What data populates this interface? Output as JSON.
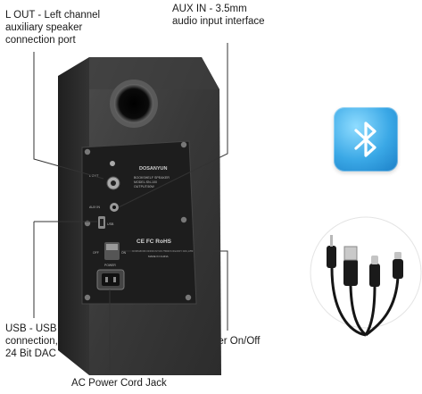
{
  "callouts": {
    "lout": {
      "title": "L OUT  -  Left channel",
      "line2": "auxiliary speaker",
      "line3": "connection port"
    },
    "auxin": {
      "title": "AUX IN  -  3.5mm",
      "line2": "audio input interface"
    },
    "usb": {
      "title": "USB - USB cable",
      "line2": "connection,",
      "line3": "24 Bit DAC"
    },
    "power": {
      "title": "Power On/Off"
    },
    "ac": {
      "title": "AC Power Cord Jack"
    }
  },
  "panel": {
    "brand": "DOSANYUN",
    "model_line1": "BOOKSHELF SPEAKER",
    "model_line2": "MODEL:SN-100",
    "model_line3": "OUTPUT:50W",
    "aux_label": "AUX IN",
    "lout_label": "L OUT",
    "usb_label": "USB",
    "off_label": "OFF",
    "on_label": "ON",
    "power_label": "POWER",
    "cert_marks": "CE FC RoHS",
    "maker_line": "SHENZHEN DOSANYUN TECHNOLOGY CO.,LTD",
    "origin_line": "MADE IN CHINA"
  },
  "colors": {
    "cabinet": "#3a3a3a",
    "cabinet_side": "#2a2a2a",
    "panel": "#1e1e1e",
    "bluetooth_tile": "#3aa8e6"
  },
  "icons": {
    "bluetooth": "bluetooth-icon",
    "cables": "cable-set"
  }
}
